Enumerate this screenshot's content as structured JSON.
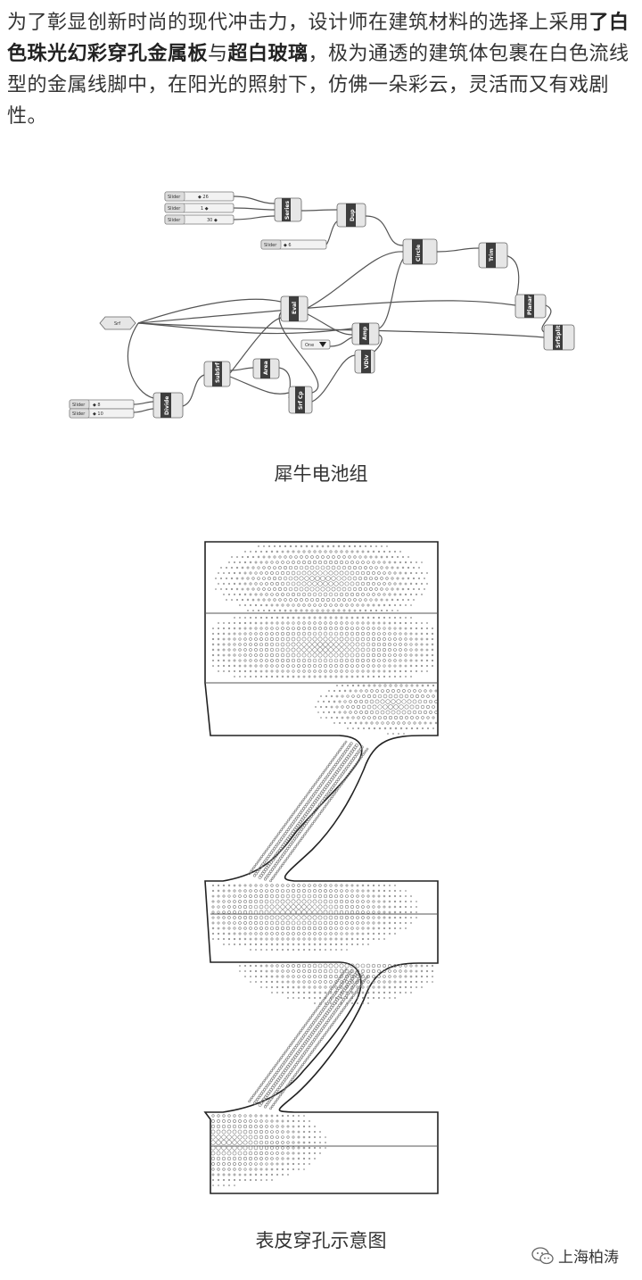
{
  "article": {
    "paragraph": {
      "part1": "为了彰显创新时尚的现代冲击力，设计师在建筑材料的选择上采用",
      "bold1": "了白色珠光幻彩穿孔金属板",
      "part2": "与",
      "bold2": "超白玻璃",
      "part3": "，极为通透的建筑体包裹在白色流线型的金属线脚中，在阳光的照射下，仿佛一朵彩云，灵活而又有戏剧性。"
    },
    "figure1_caption": "犀牛电池组",
    "figure2_caption": "表皮穿孔示意图"
  },
  "grasshopper": {
    "sliders": [
      {
        "label": "Slider",
        "value": "◆ 26"
      },
      {
        "label": "Slider",
        "value": "1 ◆"
      },
      {
        "label": "Slider",
        "value": "30 ◆"
      },
      {
        "label": "Slider",
        "value": "◆ 6"
      },
      {
        "label": "Slider",
        "value": "◆ 8"
      },
      {
        "label": "Slider",
        "value": "◆ 10"
      }
    ],
    "nodes": {
      "series": "Series",
      "dup": "Dup",
      "circle": "Circle",
      "trim": "Trim",
      "planar": "Planar",
      "srfsplit": "SrfSplit",
      "eval": "Eval",
      "amp": "Amp",
      "vdiv": "VDiv",
      "subsrf": "SubSrf",
      "area": "Area",
      "srfcp": "Srf Cp",
      "divide": "Divide",
      "srf": "Srf",
      "one": "One"
    }
  },
  "watermark": {
    "label": "上海柏涛",
    "icon": "wechat-icon"
  }
}
